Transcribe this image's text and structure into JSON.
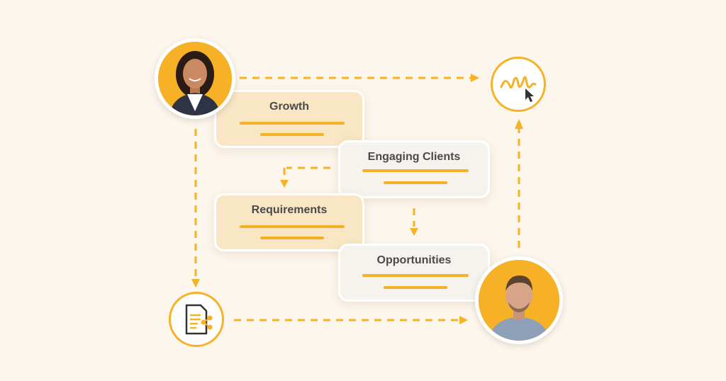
{
  "cards": {
    "growth": "Growth",
    "engaging_clients": "Engaging Clients",
    "requirements": "Requirements",
    "opportunities": "Opportunities"
  },
  "nodes": {
    "person_top_left": "woman-avatar",
    "person_bottom_right": "man-avatar",
    "signature": "signature-icon",
    "document_share": "document-share-icon"
  },
  "colors": {
    "accent": "#f6b126",
    "background": "#fdf6ec",
    "card_warm": "#f8e6c4",
    "card_cool": "#f6f3ee",
    "text": "#4a4a4a"
  }
}
